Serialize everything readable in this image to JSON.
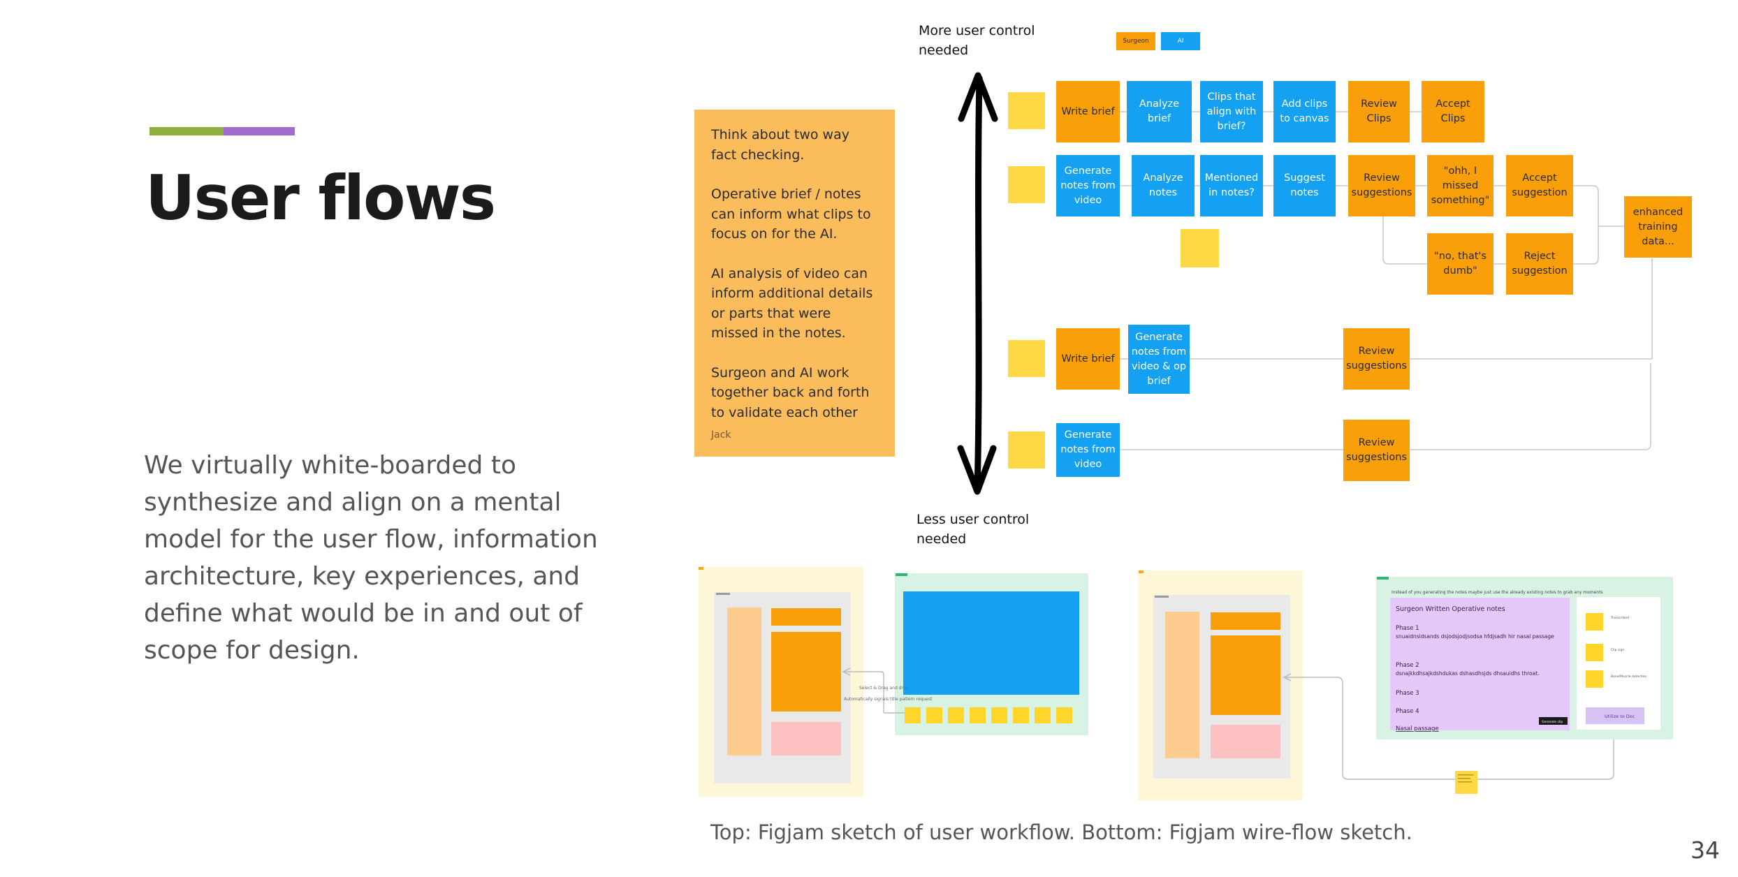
{
  "colors": {
    "green_accent": "#8fae3e",
    "purple_accent": "#a36bcb",
    "surgeon_orange": "#f99f0a",
    "ai_blue": "#14a1f1",
    "note_orange": "#fbbd5c",
    "sticky_yellow": "#ffd945"
  },
  "slide": {
    "title": "User flows",
    "body": "We virtually white-boarded to synthesize and align on a mental model for the user flow, information architecture, key experiences, and define what would be in and out of scope for design.",
    "caption": "Top: Figjam sketch of user workflow. Bottom: Figjam wire-flow sketch.",
    "page_number": "34"
  },
  "figjam_note": {
    "paragraphs": [
      "Think about two way fact checking.",
      "Operative brief / notes can inform what clips to focus on for the AI.",
      "AI analysis of video can inform additional details or parts that were missed in the notes.",
      "Surgeon and AI work together back and forth to validate each other"
    ],
    "author": "Jack"
  },
  "workflow": {
    "top_label": "More user control needed",
    "bottom_label": "Less user control needed",
    "legend": {
      "surgeon": "Surgeon",
      "ai": "AI"
    },
    "row1": [
      "Write brief",
      "Analyze brief",
      "Clips that align with brief?",
      "Add clips to canvas",
      "Review Clips",
      "Accept Clips"
    ],
    "row2": [
      "Generate notes from video",
      "Analyze notes",
      "Mentioned in notes?",
      "Suggest notes",
      "Review suggestions",
      "\"ohh, I missed something\"",
      "Accept suggestion"
    ],
    "row2_branch": [
      "\"no, that's dumb\"",
      "Reject suggestion"
    ],
    "enhanced": "enhanced training data...",
    "row3": [
      "Write brief",
      "Generate notes from video & op brief",
      "Review suggestions"
    ],
    "row4": [
      "Generate notes from video",
      "Review suggestions"
    ]
  },
  "wireflow": {
    "step_note_1": "Select & Drag and drop",
    "step_note_2": "Automatically signals title pattern request",
    "top_note": "Instead of you generating the notes maybe just use the already existing notes to grab any moments",
    "doc_title": "Surgeon Written Operative notes",
    "phase1_label": "Phase 1",
    "phase1_text": "snuaidnsidsands dsjodsjodjsodsa hfdjsadh hir nasal passage",
    "phase2_label": "Phase 2",
    "phase2_text": "dsnajkkdhsajkdshdukas dshasdhsjds dhsauidhs throat.",
    "phase3_label": "Phase 3",
    "phase4_label": "Phase 4",
    "phase4_text": "Nasal passage",
    "panel_button": "Utilize to Doc",
    "panel_items": [
      "Transcribed",
      "Clip sign",
      "Bone/Muscle detection"
    ],
    "doc_button": "Generate clip"
  }
}
